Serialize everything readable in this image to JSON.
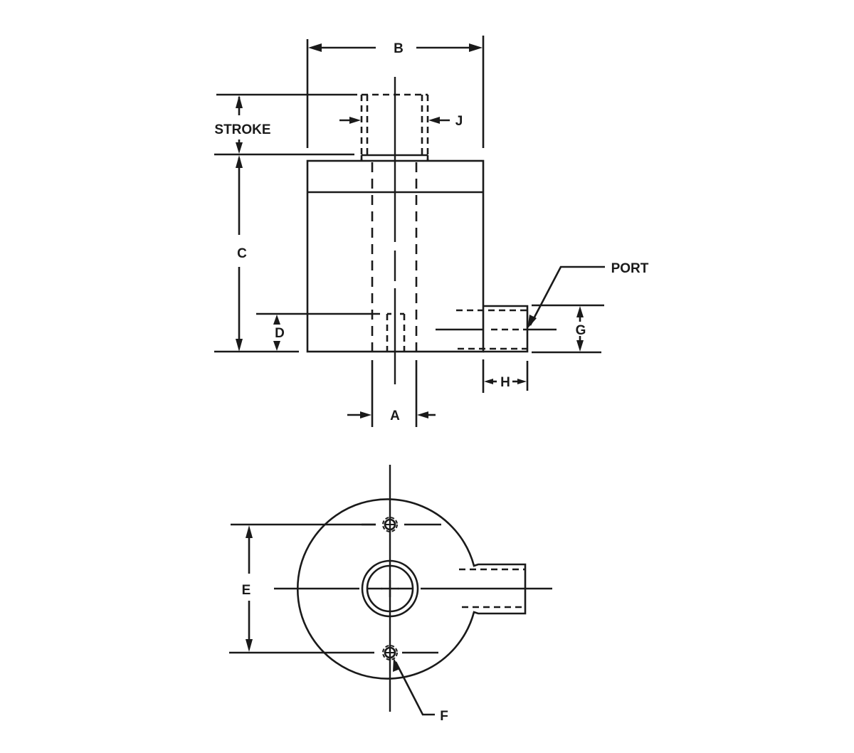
{
  "drawing": {
    "type": "hydraulic cylinder dimension drawing",
    "views": [
      "side elevation",
      "bottom view"
    ],
    "line_color": "#1a1a1a",
    "background": "#ffffff"
  },
  "labels": {
    "A": "A",
    "B": "B",
    "C": "C",
    "D": "D",
    "E": "E",
    "F": "F",
    "G": "G",
    "H": "H",
    "J": "J",
    "stroke": "STROKE",
    "port": "PORT"
  }
}
